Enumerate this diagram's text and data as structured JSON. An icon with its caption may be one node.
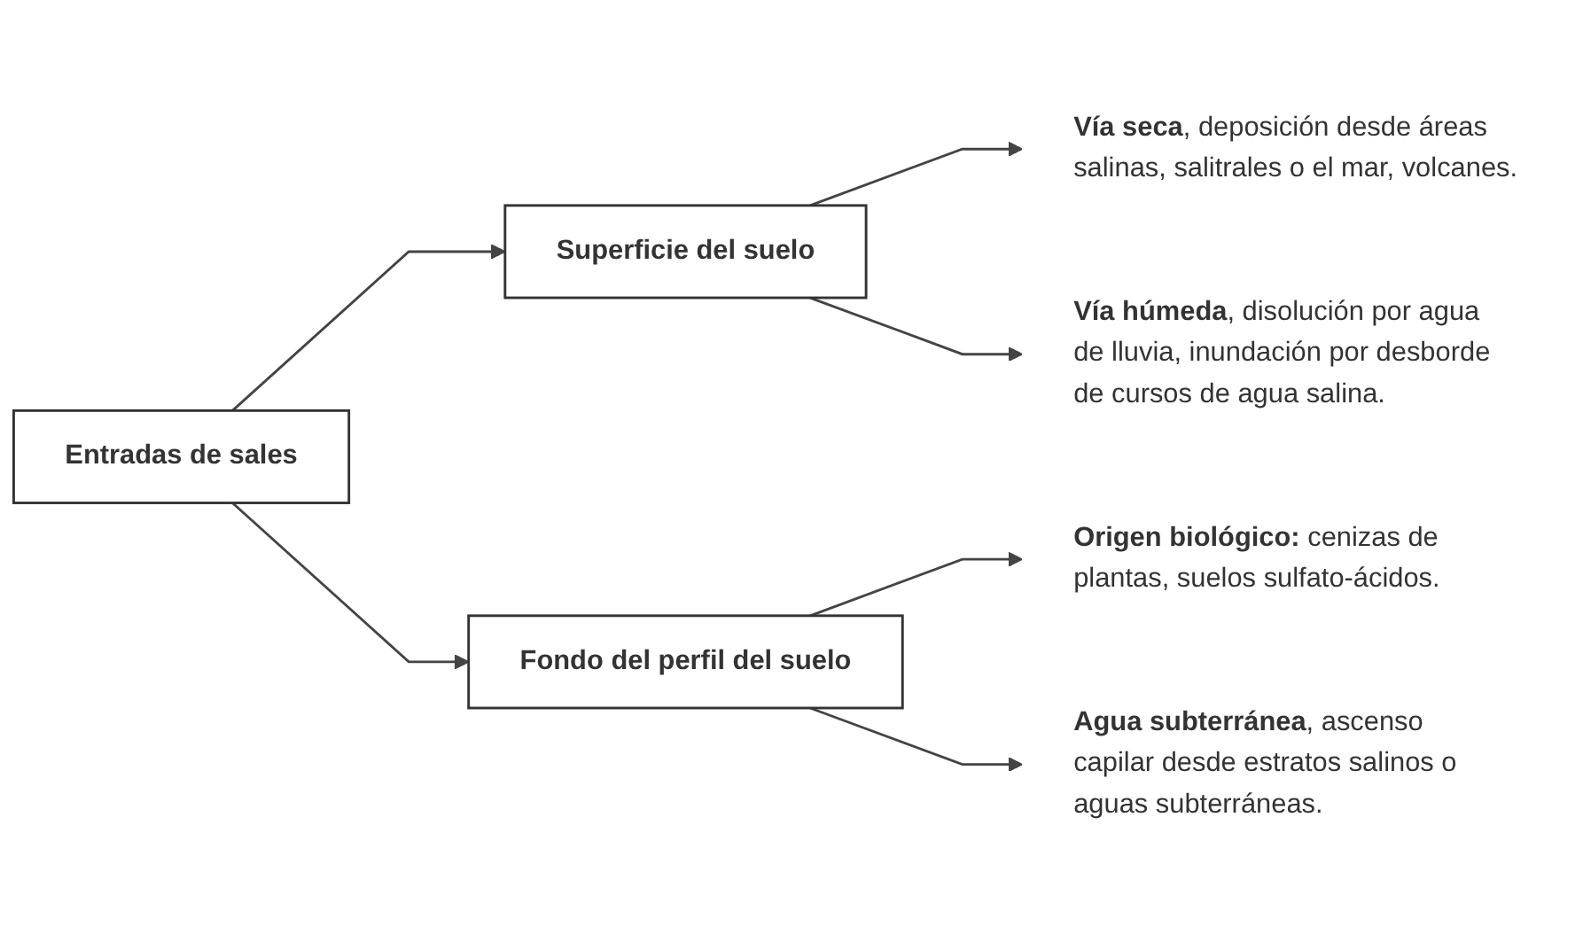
{
  "diagram": {
    "nodes": [
      {
        "text": [
          "Entradas de sales"
        ]
      },
      {
        "text": [
          "Superficie del suelo"
        ]
      },
      {
        "text": [
          "Fondo del perfil del suelo"
        ]
      },
      {
        "text": [
          "**Vía seca**, deposición desde áreas salinas, salitrales o el mar, volcanes."
        ]
      },
      {
        "text": [
          "**Vía húmeda**, disolución por agua de lluvia, inundación por desborde de cursos de agua salina."
        ]
      },
      {
        "text": [
          "**Origen biológico:** cenizas de plantas, suelos sulfato-ácidos."
        ]
      },
      {
        "text": [
          "**Agua subterránea**, ascenso capilar desde estratos salinos o aguas subterráneas."
        ]
      }
    ],
    "edges": [
      {
        "from": 0,
        "to": 1,
        "arrow": "to"
      },
      {
        "from": 0,
        "to": 2,
        "arrow": "to"
      },
      {
        "from": 1,
        "to": 3,
        "arrow": "to"
      },
      {
        "from": 1,
        "to": 4,
        "arrow": "to"
      },
      {
        "from": 2,
        "to": 5,
        "arrow": "to"
      },
      {
        "from": 2,
        "to": 6,
        "arrow": "to"
      }
    ]
  }
}
